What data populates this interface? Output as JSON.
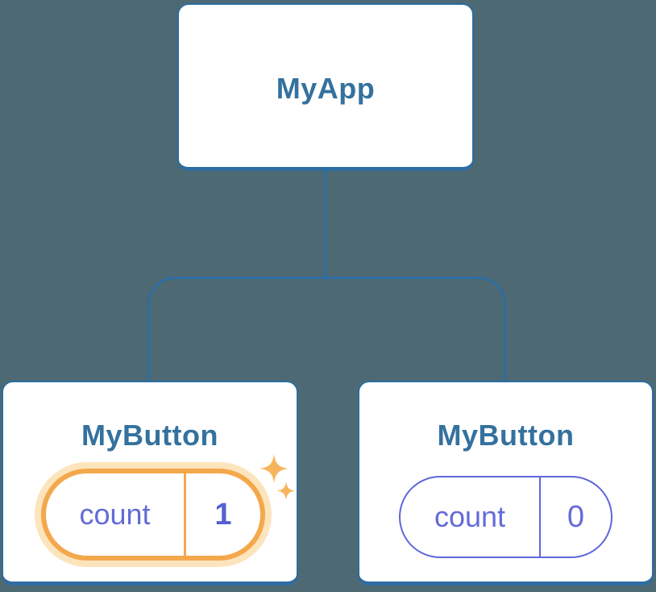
{
  "diagram": {
    "type": "component-tree",
    "root": {
      "label": "MyApp"
    },
    "children": [
      {
        "label": "MyButton",
        "state": {
          "name": "count",
          "value": "1"
        },
        "highlighted": true,
        "decorations": [
          "sparkle-large",
          "sparkle-small"
        ]
      },
      {
        "label": "MyButton",
        "state": {
          "name": "count",
          "value": "0"
        },
        "highlighted": false,
        "decorations": []
      }
    ]
  },
  "colors": {
    "background": "#4d6973",
    "card_fill": "#ffffff",
    "card_border": "#2d6da1",
    "heading_text": "#34719e",
    "connector_line": "#2d6da1",
    "state_text": "#636bd8",
    "state_value_bold": "#5560d2",
    "state_border_plain": "#5f66da",
    "highlight_border": "#f4a84c",
    "highlight_glow": "#fce4bc",
    "sparkle": "#f6b55c"
  }
}
